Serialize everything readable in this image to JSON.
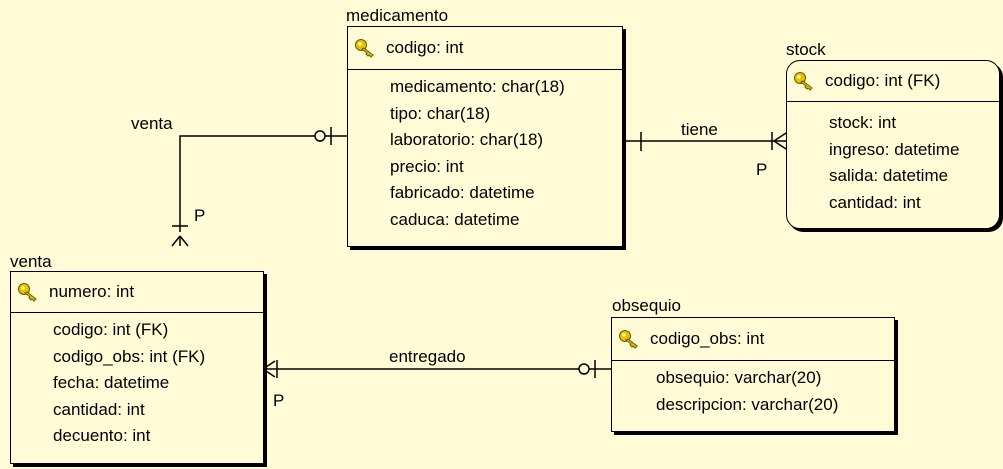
{
  "entities": {
    "medicamento": {
      "name": "medicamento",
      "pk": "codigo: int",
      "attrs": [
        "medicamento: char(18)",
        "tipo: char(18)",
        "laboratorio: char(18)",
        "precio: int",
        "fabricado: datetime",
        "caduca: datetime"
      ]
    },
    "stock": {
      "name": "stock",
      "pk": "codigo: int (FK)",
      "attrs": [
        "stock: int",
        "ingreso: datetime",
        "salida: datetime",
        "cantidad: int"
      ]
    },
    "venta": {
      "name": "venta",
      "pk": "numero: int",
      "attrs": [
        "codigo: int (FK)",
        "codigo_obs: int (FK)",
        "fecha: datetime",
        "cantidad: int",
        "decuento: int"
      ]
    },
    "obsequio": {
      "name": "obsequio",
      "pk": "codigo_obs: int",
      "attrs": [
        "obsequio: varchar(20)",
        "descripcion: varchar(20)"
      ]
    }
  },
  "relationships": {
    "venta_medicamento": {
      "label": "venta",
      "marker": "P"
    },
    "medicamento_stock": {
      "label": "tiene",
      "marker": "P"
    },
    "venta_obsequio": {
      "label": "entregado",
      "marker": "P"
    }
  },
  "colors": {
    "background": "#fffbd6",
    "key_icon": "#e8c200"
  }
}
